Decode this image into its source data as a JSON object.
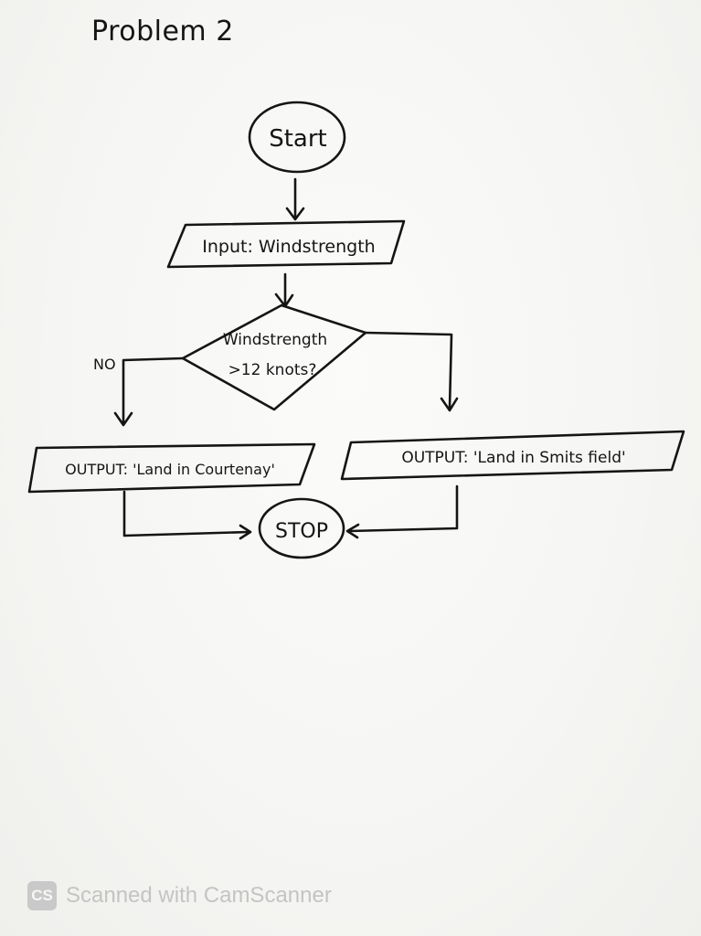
{
  "title": "Problem 2",
  "flowchart": {
    "start": "Start",
    "input": "Input: Windstrength",
    "decision_line1": "Windstrength",
    "decision_line2": ">12 knots?",
    "no_label": "NO",
    "output_left": "OUTPUT: 'Land in Courtenay'",
    "output_right": "OUTPUT: 'Land in Smits field'",
    "stop": "STOP"
  },
  "footer": {
    "logo_text": "CS",
    "text": "Scanned with CamScanner"
  }
}
